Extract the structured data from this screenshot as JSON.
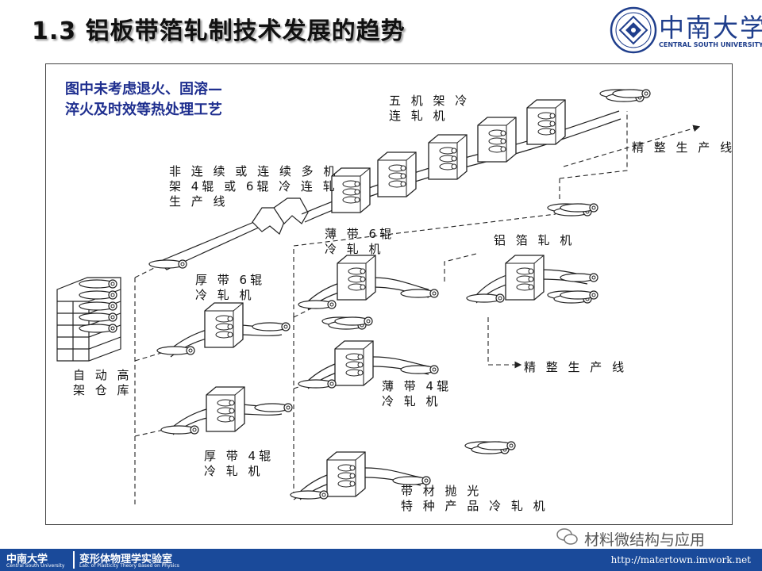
{
  "title": "1.3 铝板带箔轧制技术发展的趋势",
  "logo": {
    "cn": "中南大学",
    "en": "CENTRAL SOUTH UNIVERSITY"
  },
  "note": {
    "line1": "图中未考虑退火、固溶—",
    "line2": "淬火及时效等热处理工艺"
  },
  "labels": {
    "five_stand": [
      "五 机 架 冷",
      "连 轧 机"
    ],
    "finishing_top": "精 整 生 产 线",
    "multi_stand": [
      "非 连 续 或 连 续 多 机",
      "架 4辊 或 6辊 冷 连 轧",
      "生 产 线"
    ],
    "thin_6hi": [
      "薄 带 6辊",
      "冷 轧 机"
    ],
    "foil_mill": "铝 箔 轧 机",
    "thick_6hi": [
      "厚 带 6辊",
      "冷 轧 机"
    ],
    "warehouse": [
      "自 动 高",
      "架 仓 库"
    ],
    "finishing_mid": "精 整 生 产 线",
    "thin_4hi": [
      "薄 带 4辊",
      "冷 轧 机"
    ],
    "thick_4hi": [
      "厚 带 4辊",
      "冷 轧 机"
    ],
    "polishing": [
      "带 材 抛 光",
      "特 种 产 品 冷 轧 机"
    ]
  },
  "watermark": "材料微结构与应用",
  "footer": {
    "school_cn": "中南大学",
    "school_en": "Central South University",
    "lab_cn": "变形体物理学实验室",
    "lab_en": "Lab. of Plasticity Theory Based on Physics",
    "url": "http://matertown.imwork.net"
  }
}
